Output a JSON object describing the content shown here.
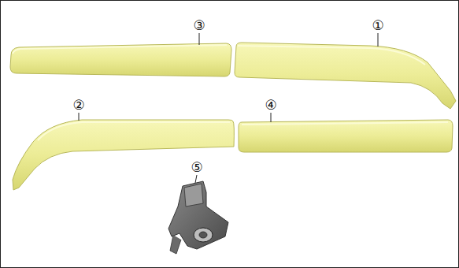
{
  "diagram": {
    "labels": [
      "③",
      "①",
      "②",
      "④",
      "⑤"
    ]
  }
}
